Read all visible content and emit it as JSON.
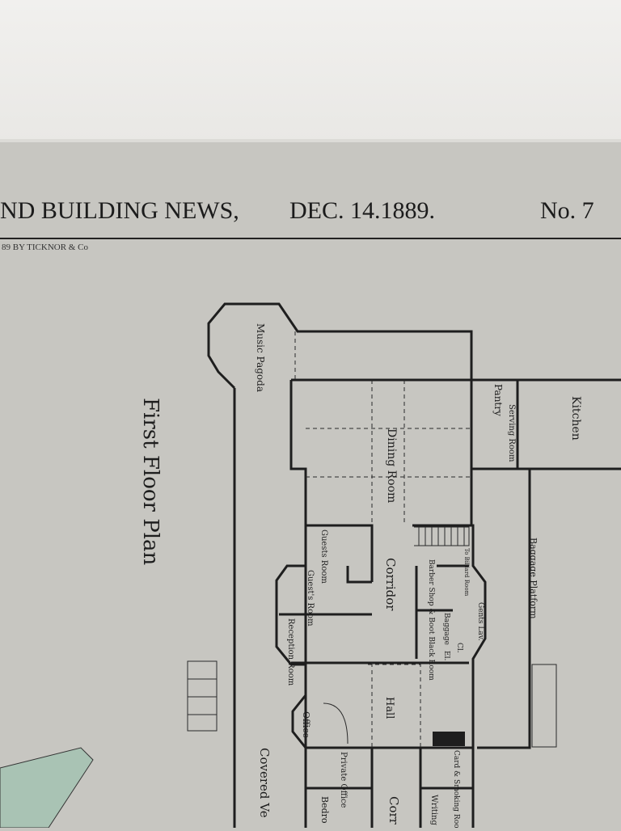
{
  "masthead": {
    "title": "ND BUILDING NEWS,",
    "date": "DEC. 14.1889.",
    "number": "No. 7"
  },
  "copyright": "89 BY TICKNOR & Co",
  "plan": {
    "title": "First Floor Plan",
    "rooms": {
      "music_pagoda": "Music Pagoda",
      "pantry": "Pantry",
      "serving_room": "Serving Room",
      "kitchen": "Kitchen",
      "dining_room": "Dining Room",
      "guests_room_1": "Guests Room",
      "guests_room_2": "Guest's Room",
      "reception_room": "Reception Room",
      "corridor": "Corridor",
      "to_billiard": "To Billiard Room",
      "barber": "Barber Shop & Boot Black Room",
      "baggage": "Baggage",
      "closet": "Cl.",
      "elevator": "El.",
      "gents_lav": "Gents Lav.",
      "baggage_platform": "Baggage Platform",
      "hall": "Hall",
      "office": "Office",
      "private_office": "Private Office",
      "bedroom": "Bedro",
      "card_smoking": "Card & Smoking Room",
      "writing_room": "Writing Room",
      "corridor_2": "Corr",
      "covered_veranda": "Covered Ve"
    }
  }
}
